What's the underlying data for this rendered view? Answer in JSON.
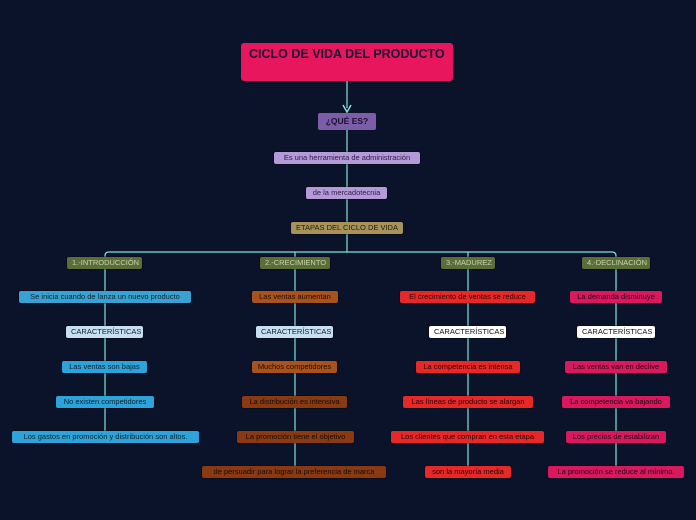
{
  "diagram": {
    "title": "CICLO DE VIDA DEL PRODUCTO",
    "question": "¿QUÉ ES?",
    "definition_1": "Es una herramienta de administración",
    "definition_2": "de la mercadotecnia",
    "stages_label": "ETAPAS DEL CICLO DE VIDA",
    "stages": [
      {
        "name": "1.-INTRODUCCIÓN",
        "description": "Se inicia cuando de lanza un nuevo producto",
        "features_label": "CARACTERÍSTICAS",
        "features": [
          "Las ventas son bajas",
          "No existen competidores",
          "Los gastos en promoción y distribución son altos."
        ]
      },
      {
        "name": "2.-CRECIMIENTO",
        "description": "Las ventas aumentan",
        "features_label": "CARACTERÍSTICAS",
        "features": [
          "Muchos competidores",
          "La distribución es intensiva",
          "La promoción tiene el objetivo",
          "de persuadir para lograr la preferencia de marca"
        ]
      },
      {
        "name": "3.-MADUREZ",
        "description": "El crecimiento de ventas se reduce",
        "features_label": "CARACTERÍSTICAS",
        "features": [
          "La competencia es intensa",
          "Las líneas de producto se alargan",
          "Los clientes que compran en esta etapa",
          "son la mayoría media"
        ]
      },
      {
        "name": "4.-DECLINACIÓN",
        "description": "La demanda disminuye",
        "features_label": "CARACTERÍSTICAS",
        "features": [
          "Las ventas van en declive",
          "La competencia va bajando",
          "Los precios de estabilizan",
          "La promoción se reduce al mínimo."
        ]
      }
    ],
    "colors": {
      "background": "#0b132b",
      "connector": "#7fe3d6",
      "title": "#e8175d",
      "question": "#7b5ea7"
    }
  }
}
